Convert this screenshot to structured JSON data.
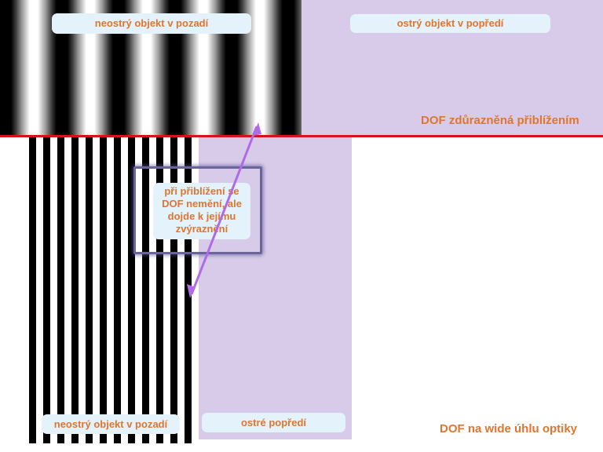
{
  "labels": {
    "top_left": "neostrý objekt v pozadí",
    "top_right": "ostrý objekt v popředí",
    "top_caption": "DOF zdůrazněná přiblížením",
    "note": "při přiblížení se DOF nemění, ale dojde k jejímu zvýraznění",
    "bottom_left": "neostrý objekt v pozadí",
    "bottom_middle": "ostré popředí",
    "bottom_caption": "DOF na wide úhlu optiky"
  },
  "colors": {
    "purple": "#d8cbea",
    "label_bg": "#e4f2fb",
    "text": "#e0752f",
    "divider": "#d81020",
    "arrow": "#b06ae8"
  },
  "icons": [
    "double-arrow-icon"
  ]
}
